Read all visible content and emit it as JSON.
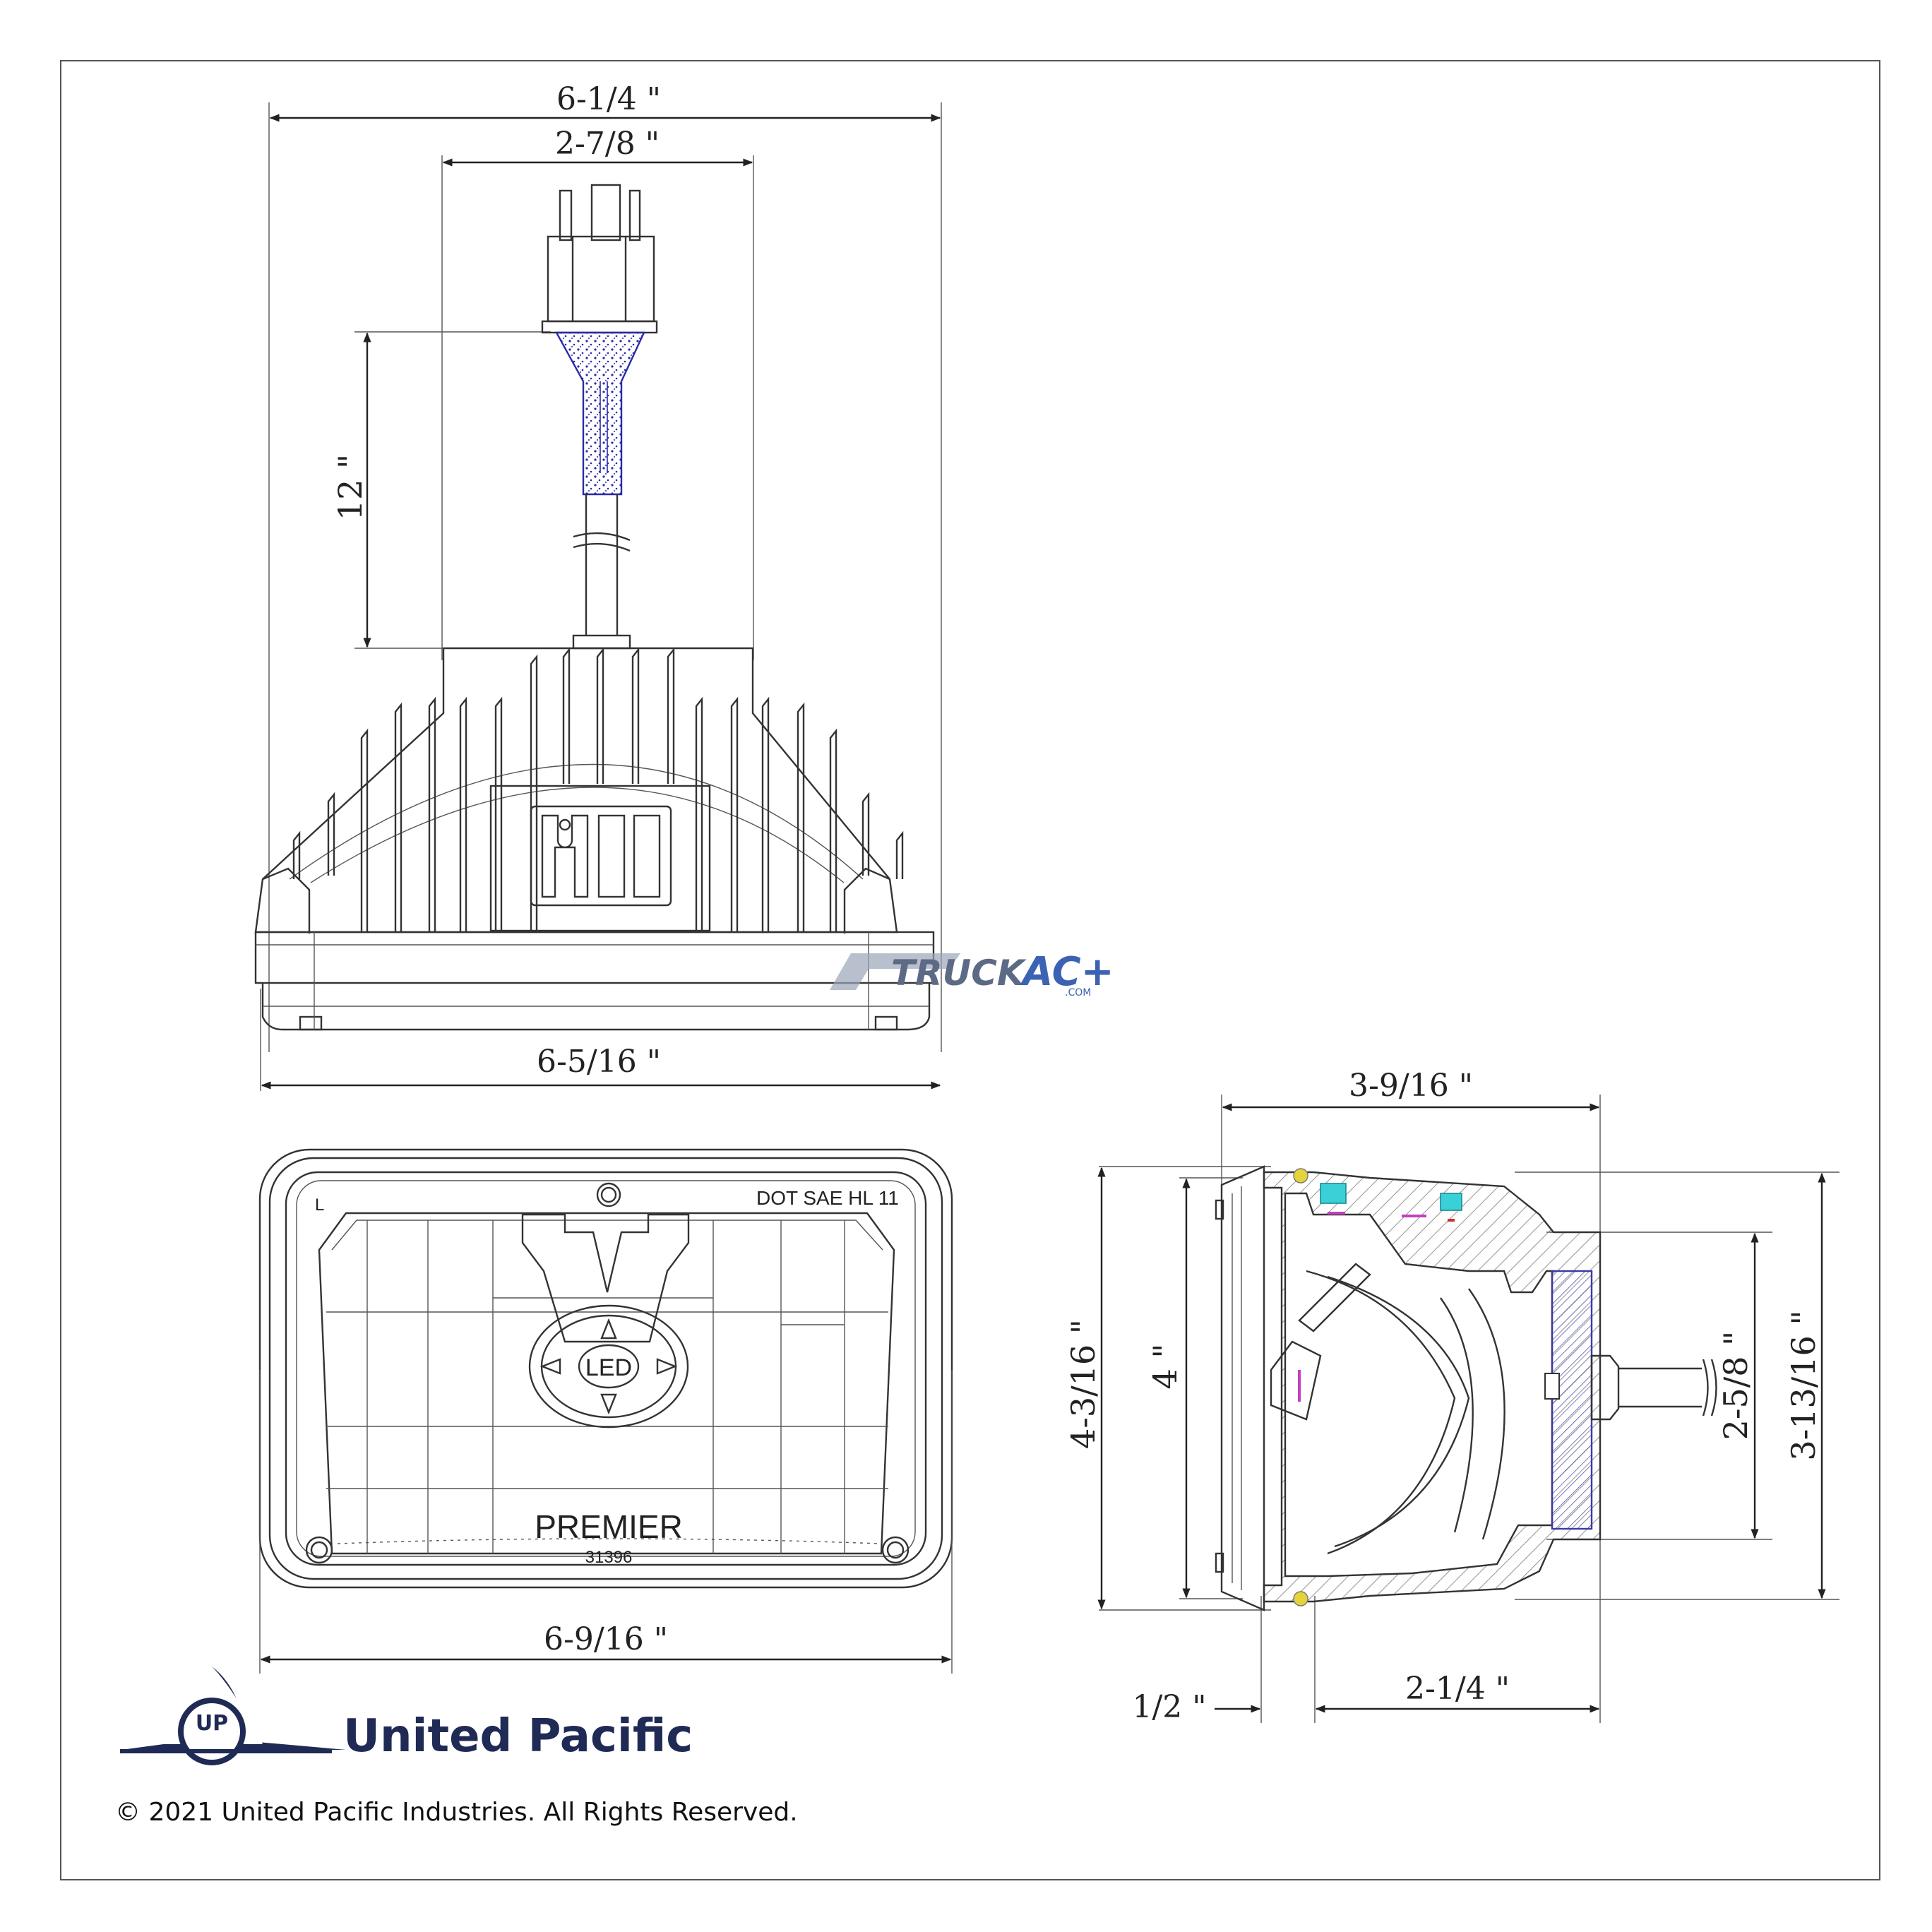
{
  "dimensions": {
    "top_overall_width": "6-1/4 \"",
    "connector_width": "2-7/8 \"",
    "cable_length": "12 \"",
    "base_width": "6-5/16 \"",
    "front_width": "6-9/16 \"",
    "side_depth": "3-9/16 \"",
    "side_overall_height": "4-3/16 \"",
    "side_height": "4 \"",
    "side_rear_height": "2-5/8 \"",
    "side_body_height": "3-13/16 \"",
    "side_flange": "1/2 \"",
    "side_rear_depth": "2-1/4 \""
  },
  "lens": {
    "marking": "DOT SAE HL 11",
    "side_mark": "L",
    "badge": "LED",
    "brand": "PREMIER",
    "part_number": "31396"
  },
  "watermark": {
    "name": "TRUCK",
    "accent": "AC+",
    "suffix": ".COM"
  },
  "logo": {
    "company": "United Pacific",
    "emblem_letters": "UP"
  },
  "copyright": "© 2021 United Pacific Industries. All Rights Reserved.",
  "colors": {
    "logo_navy": "#1f2a55",
    "harness_blue": "#2a2aa8",
    "section_cyan": "#3ad0d8",
    "section_magenta": "#c040c0"
  }
}
